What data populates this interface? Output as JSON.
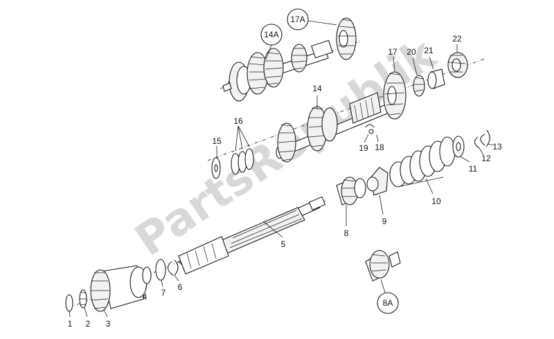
{
  "watermark": "PartsRepublik",
  "callouts": {
    "c1": "1",
    "c2": "2",
    "c3": "3",
    "c4": "4",
    "c5": "5",
    "c6": "6",
    "c7": "7",
    "c8": "8",
    "c9": "9",
    "c10": "10",
    "c11": "11",
    "c12": "12",
    "c13": "13",
    "c14": "14",
    "c14a": "14A",
    "c15": "15",
    "c16": "16",
    "c17": "17",
    "c17a": "17A",
    "c18": "18",
    "c19": "19",
    "c20": "20",
    "c21": "21",
    "c22": "22",
    "c8a": "8A"
  }
}
